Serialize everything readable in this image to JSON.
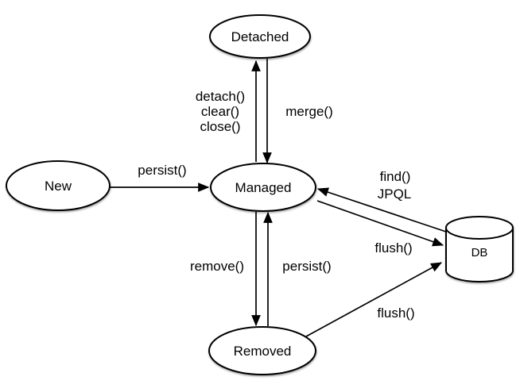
{
  "diagram": {
    "type": "state-diagram",
    "background_color": "#ffffff",
    "stroke_color": "#000000",
    "node_fill_color": "#ffffff",
    "nodes": {
      "detached": "Detached",
      "new": "New",
      "managed": "Managed",
      "removed": "Removed",
      "db": "DB"
    },
    "edges": {
      "new_to_managed": {
        "label": "persist()"
      },
      "managed_to_detached": {
        "labels": [
          "detach()",
          "clear()",
          "close()"
        ]
      },
      "detached_to_managed": {
        "label": "merge()"
      },
      "managed_to_removed": {
        "label": "remove()"
      },
      "removed_to_managed": {
        "label": "persist()"
      },
      "db_to_managed": {
        "labels": [
          "find()",
          "JPQL"
        ]
      },
      "managed_to_db": {
        "label": "flush()"
      },
      "removed_to_db": {
        "label": "flush()"
      }
    }
  }
}
